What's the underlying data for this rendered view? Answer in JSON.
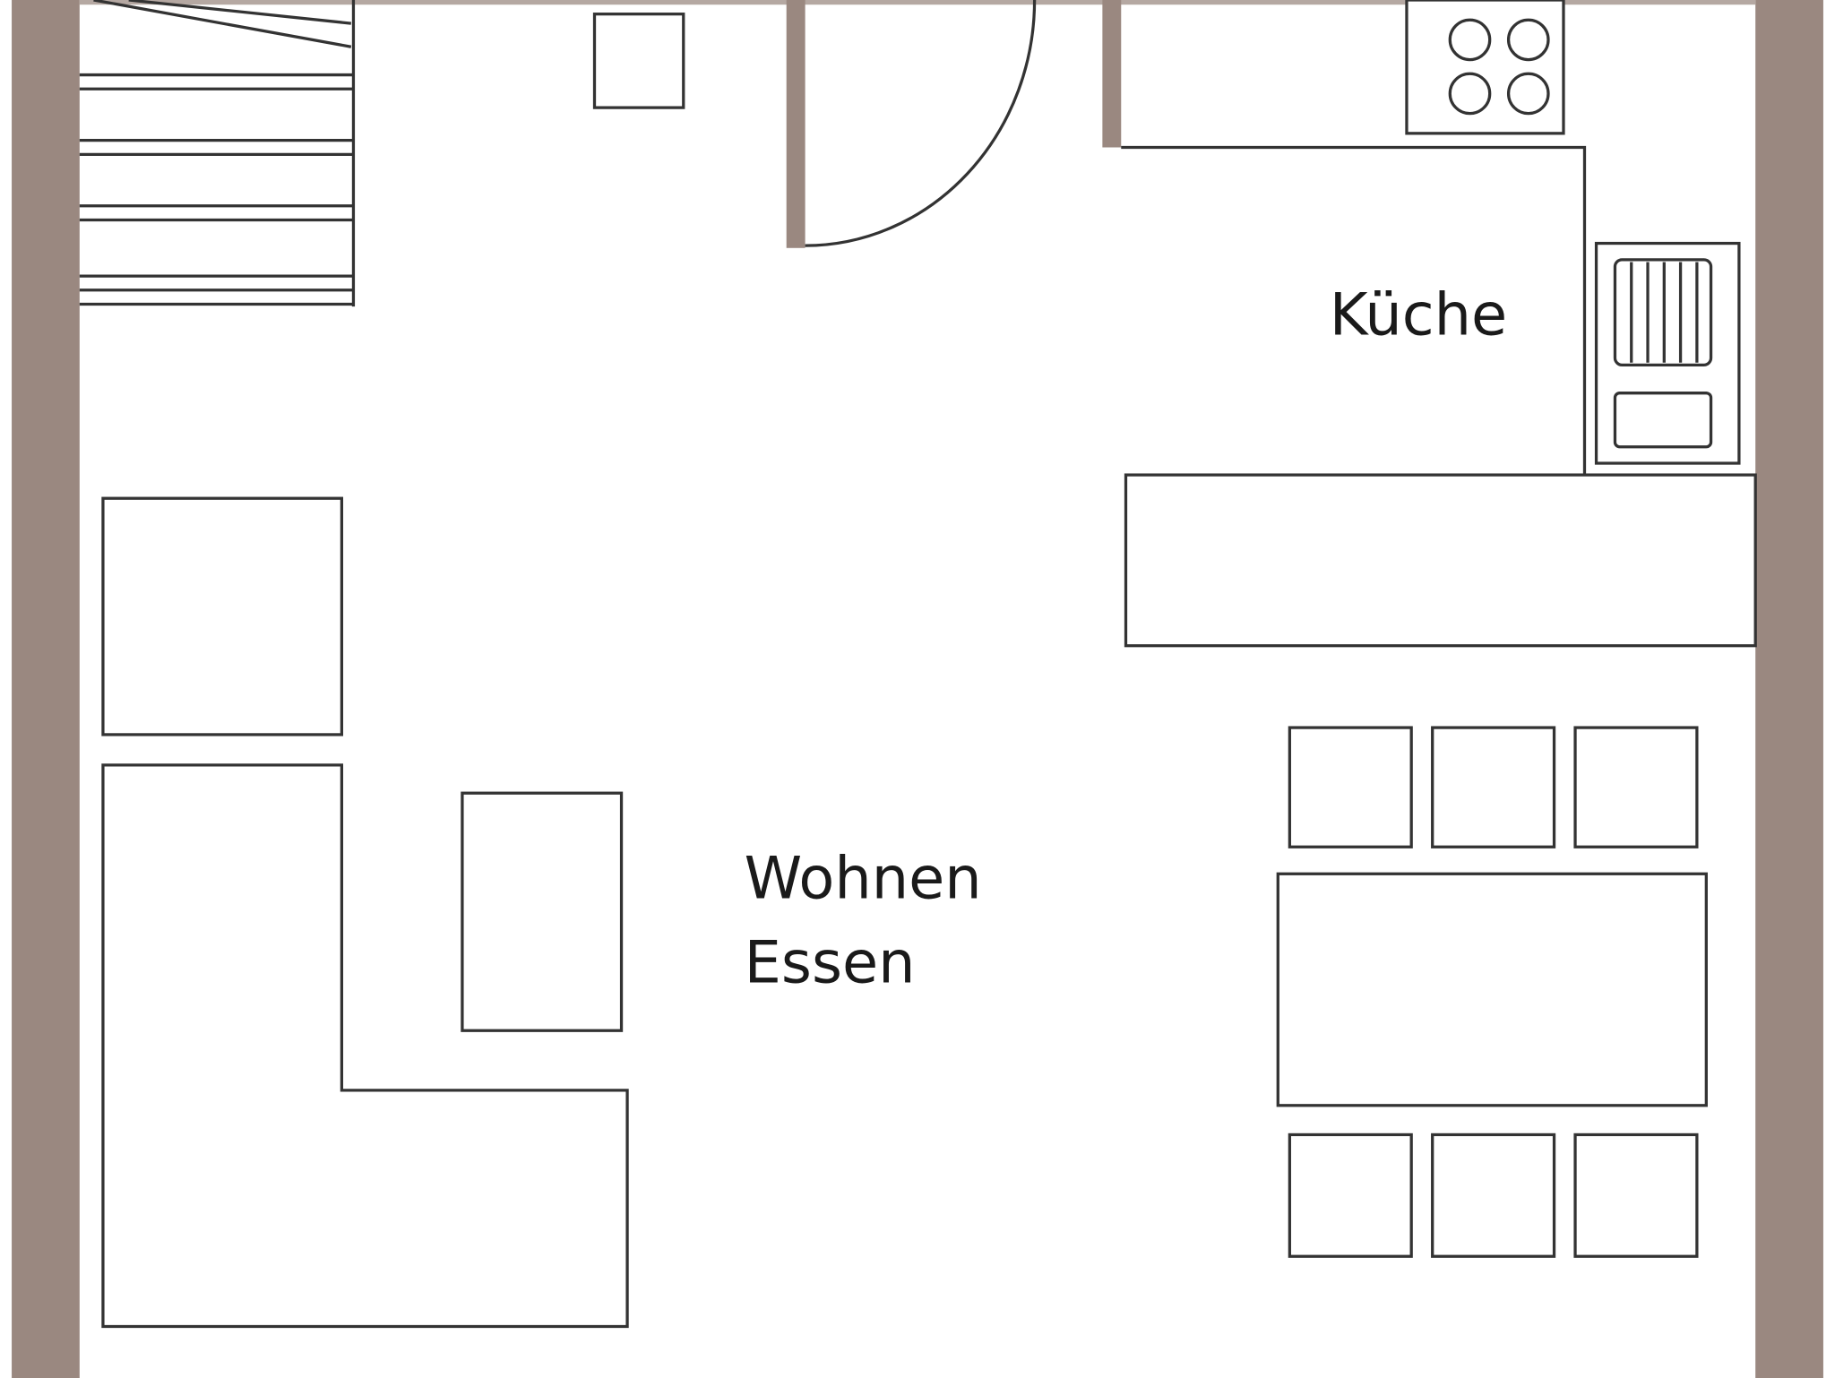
{
  "rooms": {
    "kitchen": "Küche",
    "living_line1": "Wohnen",
    "living_line2": "Essen"
  },
  "colors": {
    "wall": "#9a8880",
    "line": "#333333",
    "background": "#ffffff"
  }
}
